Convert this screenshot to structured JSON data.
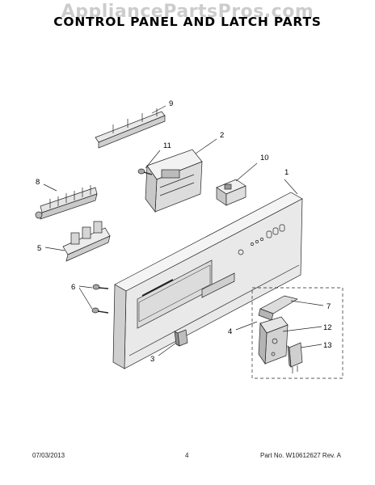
{
  "watermark": "AppliancePartsPros.com",
  "title": "CONTROL PANEL AND LATCH PARTS",
  "callouts": [
    "9",
    "2",
    "11",
    "10",
    "1",
    "8",
    "5",
    "6",
    "7",
    "4",
    "12",
    "13",
    "3"
  ],
  "footer": {
    "date": "07/03/2013",
    "page": "4",
    "part_number": "Part No. W10612627  Rev. A"
  }
}
